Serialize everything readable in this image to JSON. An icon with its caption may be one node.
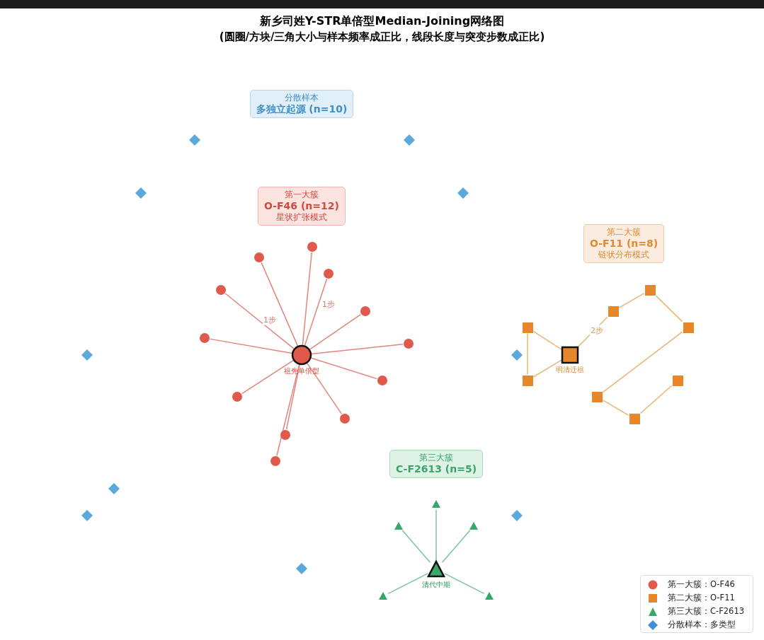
{
  "diagram": {
    "title": "新乡司姓Y-STR单倍型Median-Joining网络图",
    "nodes": [
      {
        "text": [
          "分散样本",
          "多独立起源 (n=10)"
        ]
      },
      {
        "text": [],
        "shape": "diamond"
      },
      {
        "text": [],
        "shape": "diamond"
      },
      {
        "text": [],
        "shape": "diamond"
      },
      {
        "text": [],
        "shape": "diamond"
      },
      {
        "text": [
          "第一大簇",
          "O-F46 (n=12)",
          "星状扩张模式"
        ]
      },
      {
        "text": [
          "第二大簇",
          "O-F11 (n=8)",
          "链状分布模式"
        ]
      },
      {
        "text": [],
        "shape": "circle",
        "beside": [
          "祖先单倍型"
        ]
      },
      {
        "text": [],
        "shape": "circle"
      },
      {
        "text": [],
        "shape": "circle"
      },
      {
        "text": [],
        "shape": "circle"
      },
      {
        "text": [],
        "shape": "circle"
      },
      {
        "text": [],
        "shape": "circle"
      },
      {
        "text": [],
        "shape": "circle"
      },
      {
        "text": [],
        "shape": "circle"
      },
      {
        "text": [],
        "shape": "circle"
      },
      {
        "text": [],
        "shape": "circle"
      },
      {
        "text": [],
        "shape": "circle"
      },
      {
        "text": [],
        "shape": "circle"
      },
      {
        "text": [],
        "shape": "circle"
      },
      {
        "text": [],
        "shape": "box",
        "beside": [
          "明清迁祖"
        ]
      },
      {
        "text": [],
        "shape": "box"
      },
      {
        "text": [],
        "shape": "box"
      },
      {
        "text": [],
        "shape": "box"
      },
      {
        "text": [],
        "shape": "box"
      },
      {
        "text": [],
        "shape": "box"
      },
      {
        "text": [],
        "shape": "box"
      },
      {
        "text": [],
        "shape": "box"
      },
      {
        "text": [],
        "shape": "box"
      },
      {
        "text": [],
        "shape": "diamond"
      },
      {
        "text": [],
        "shape": "diamond"
      },
      {
        "text": [
          "第三大簇",
          "C-F2613 (n=5)"
        ]
      },
      {
        "text": [],
        "shape": "diamond"
      },
      {
        "text": [],
        "shape": "diamond"
      },
      {
        "text": [],
        "shape": "diamond"
      },
      {
        "text": [],
        "shape": "triangle",
        "beside": [
          "清代中期"
        ]
      },
      {
        "text": [],
        "shape": "triangle"
      },
      {
        "text": [],
        "shape": "triangle"
      },
      {
        "text": [],
        "shape": "triangle"
      },
      {
        "text": [],
        "shape": "triangle"
      },
      {
        "text": [],
        "shape": "triangle"
      },
      {
        "text": [],
        "shape": "diamond"
      }
    ],
    "edges": [
      {
        "from": 7,
        "to": 8,
        "arrow": "none"
      },
      {
        "from": 7,
        "to": 9,
        "arrow": "none"
      },
      {
        "from": 7,
        "to": 10,
        "arrow": "none",
        "label": "1步"
      },
      {
        "from": 7,
        "to": 11,
        "arrow": "none",
        "label": "1步"
      },
      {
        "from": 7,
        "to": 12,
        "arrow": "none"
      },
      {
        "from": 7,
        "to": 13,
        "arrow": "none"
      },
      {
        "from": 7,
        "to": 14,
        "arrow": "none"
      },
      {
        "from": 7,
        "to": 15,
        "arrow": "none"
      },
      {
        "from": 7,
        "to": 16,
        "arrow": "none"
      },
      {
        "from": 7,
        "to": 17,
        "arrow": "none"
      },
      {
        "from": 7,
        "to": 18,
        "arrow": "none"
      },
      {
        "from": 7,
        "to": 19,
        "arrow": "none"
      },
      {
        "from": 20,
        "to": 23,
        "arrow": "none",
        "color": "#e9b577"
      },
      {
        "from": 20,
        "to": 25,
        "arrow": "none",
        "color": "#e9b577"
      },
      {
        "from": 23,
        "to": 25,
        "arrow": "none",
        "color": "#e9b577"
      },
      {
        "from": 20,
        "to": 22,
        "arrow": "none",
        "color": "#e9b577",
        "label": "2步"
      },
      {
        "from": 22,
        "to": 21,
        "arrow": "none",
        "color": "#e9b577"
      },
      {
        "from": 21,
        "to": 24,
        "arrow": "none",
        "color": "#e9b577"
      },
      {
        "from": 24,
        "to": 27,
        "arrow": "none",
        "color": "#e9b577"
      },
      {
        "from": 27,
        "to": 28,
        "arrow": "none",
        "color": "#e9b577"
      },
      {
        "from": 28,
        "to": 26,
        "arrow": "none",
        "color": "#e9b577"
      },
      {
        "from": 35,
        "to": 36,
        "arrow": "none",
        "color": "#7cc49a"
      },
      {
        "from": 35,
        "to": 37,
        "arrow": "none",
        "color": "#7cc49a"
      },
      {
        "from": 35,
        "to": 38,
        "arrow": "none",
        "color": "#7cc49a"
      },
      {
        "from": 35,
        "to": 39,
        "arrow": "none",
        "color": "#7cc49a"
      },
      {
        "from": 35,
        "to": 40,
        "arrow": "none",
        "color": "#7cc49a"
      }
    ],
    "labels": [
      "(圆圈/方块/三角大小与样本频率成正比，线段长度与突变步数成正比)"
    ],
    "legend": [
      {
        "text": "第一大簇：O-F46"
      },
      {
        "text": "第二大簇：O-F11"
      },
      {
        "text": "第三大簇：C-F2613"
      },
      {
        "text": "分散样本：多类型"
      }
    ]
  }
}
